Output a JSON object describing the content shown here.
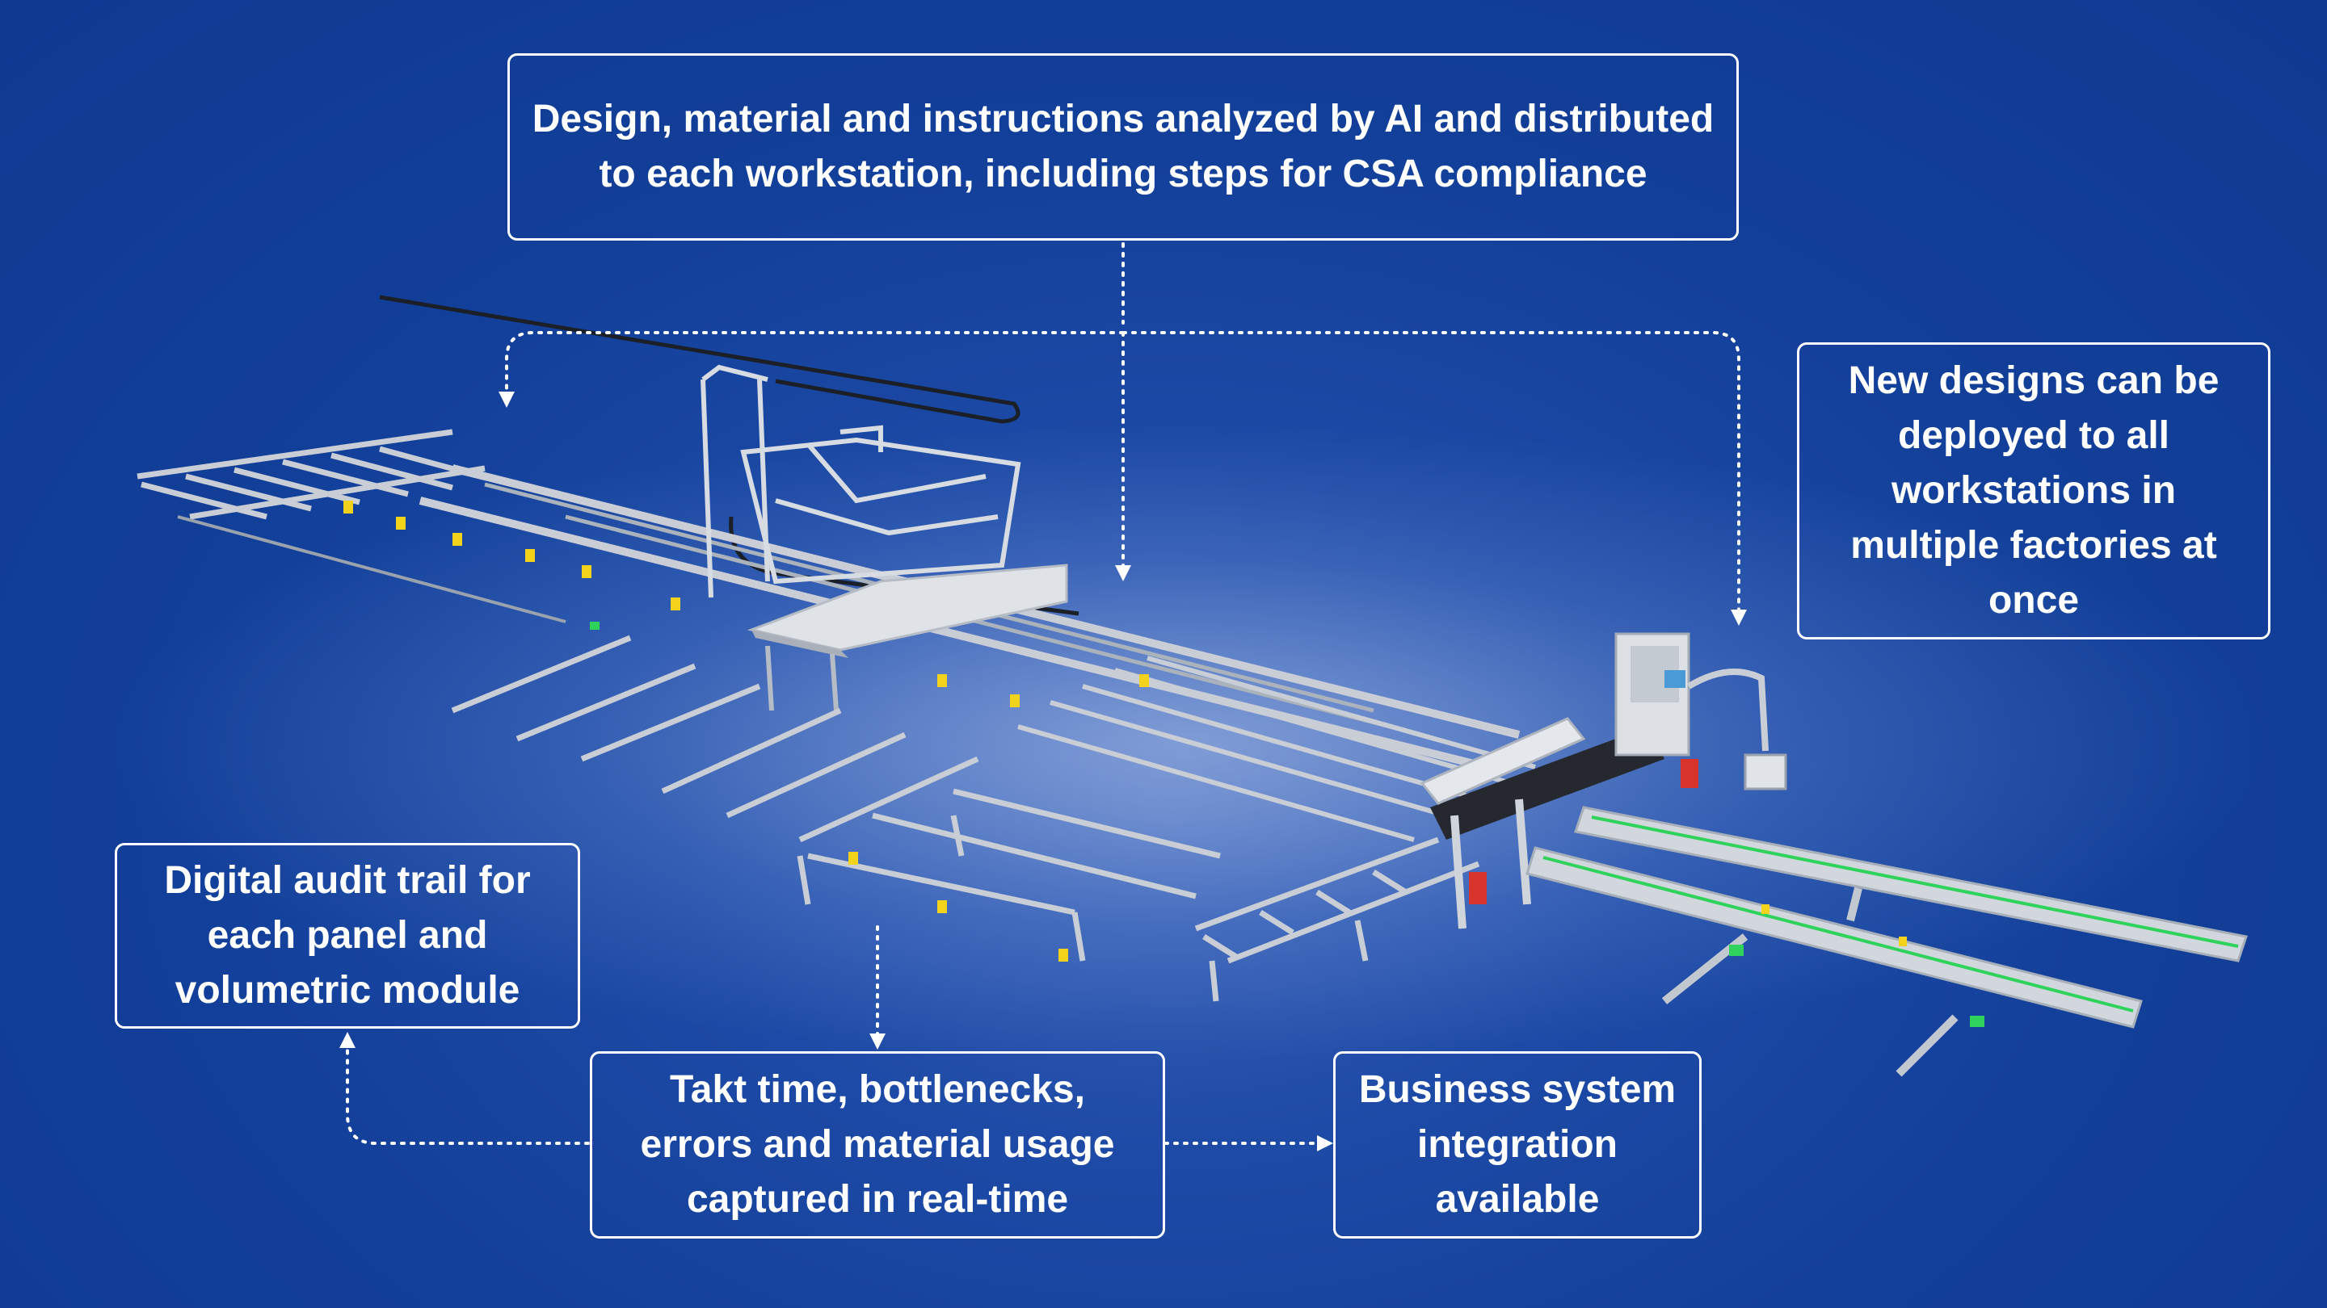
{
  "callouts": {
    "ai_distribution": "Design, material and instructions analyzed by AI and distributed to each workstation, including steps for CSA compliance",
    "deploy_designs": "New designs can be deployed to all workstations in multiple factories at once",
    "audit_trail": "Digital audit trail for each panel and volumetric module",
    "realtime_capture": "Takt time, bottlenecks, errors and material usage captured in real-time",
    "business_integration": "Business system integration available"
  },
  "colors": {
    "background": "#123f99",
    "box_border": "#ffffff",
    "text": "#ffffff",
    "machine_frame": "#c9ced6",
    "machine_dark": "#2a2f38",
    "accent_yellow": "#f2d21b",
    "accent_green": "#2fd25a",
    "accent_red": "#d9342b"
  }
}
